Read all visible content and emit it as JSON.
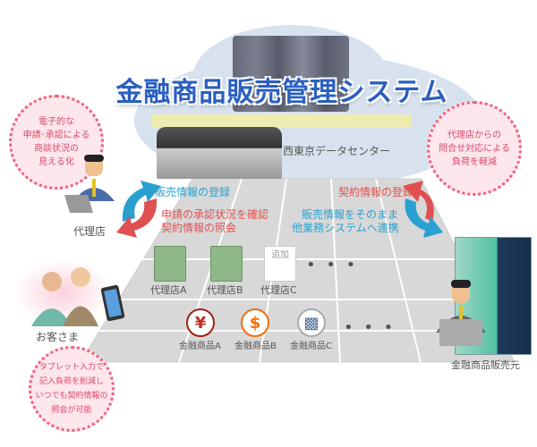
{
  "title": "金融商品販売管理システム",
  "datacenter": "西東京データセンター",
  "bubbles": {
    "agent": [
      "電子的な",
      "申請･承認による",
      "商談状況の",
      "見える化"
    ],
    "seller": [
      "代理店からの",
      "問合せ対応による",
      "負荷を軽減"
    ],
    "customer": [
      "タブレット入力で",
      "記入負荷を削減し",
      "いつでも契約情報の",
      "照会が可能"
    ]
  },
  "actors": {
    "agent": "代理店",
    "customer": "お客さま",
    "seller": "金融商品販売元"
  },
  "flows": {
    "left_up": "販売情報の登録",
    "left_down": [
      "申請の承認状況を確認",
      "契約情報の照会"
    ],
    "right_up": "契約情報の登録",
    "right_down": [
      "販売情報をそのまま",
      "他業務システムへ連携"
    ]
  },
  "shops": [
    {
      "label": "代理店A"
    },
    {
      "label": "代理店B"
    },
    {
      "label": "代理店C",
      "tag": "追加"
    }
  ],
  "products": [
    {
      "label": "金融商品A",
      "symbol": "¥",
      "color": "#c03020"
    },
    {
      "label": "金融商品B",
      "symbol": "$",
      "color": "#f07010"
    },
    {
      "label": "金融商品C",
      "symbol": "▩",
      "color": "#5070a0"
    }
  ],
  "ellipsis": "• • •"
}
